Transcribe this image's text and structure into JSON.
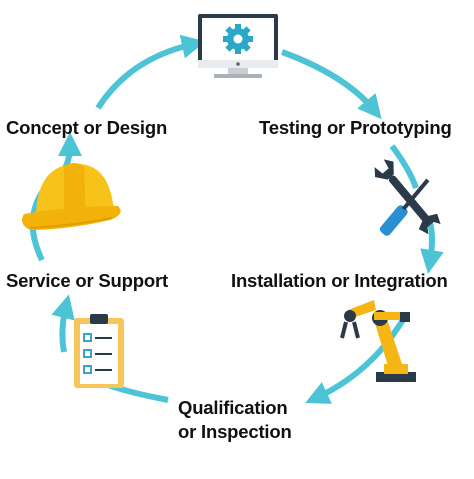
{
  "diagram": {
    "stages": [
      {
        "label": "Concept or Design",
        "icon": "hard-hat-icon"
      },
      {
        "label": "Testing or Prototyping",
        "icon": "computer-monitor-gear-icon"
      },
      {
        "label": "Installation or Integration",
        "icon": "wrench-screwdriver-icon"
      },
      {
        "label": "Qualification",
        "label_line2": "or Inspection",
        "icon": "robot-arm-icon"
      },
      {
        "label": "Service or Support",
        "icon": "clipboard-checklist-icon"
      }
    ],
    "colors": {
      "cycle_arrow": "#4cc4d6",
      "hard_hat": "#f7c21a",
      "gear": "#2aa8c8",
      "monitor_frame": "#2b3a49",
      "robot": "#f5b614",
      "text": "#111111"
    }
  }
}
